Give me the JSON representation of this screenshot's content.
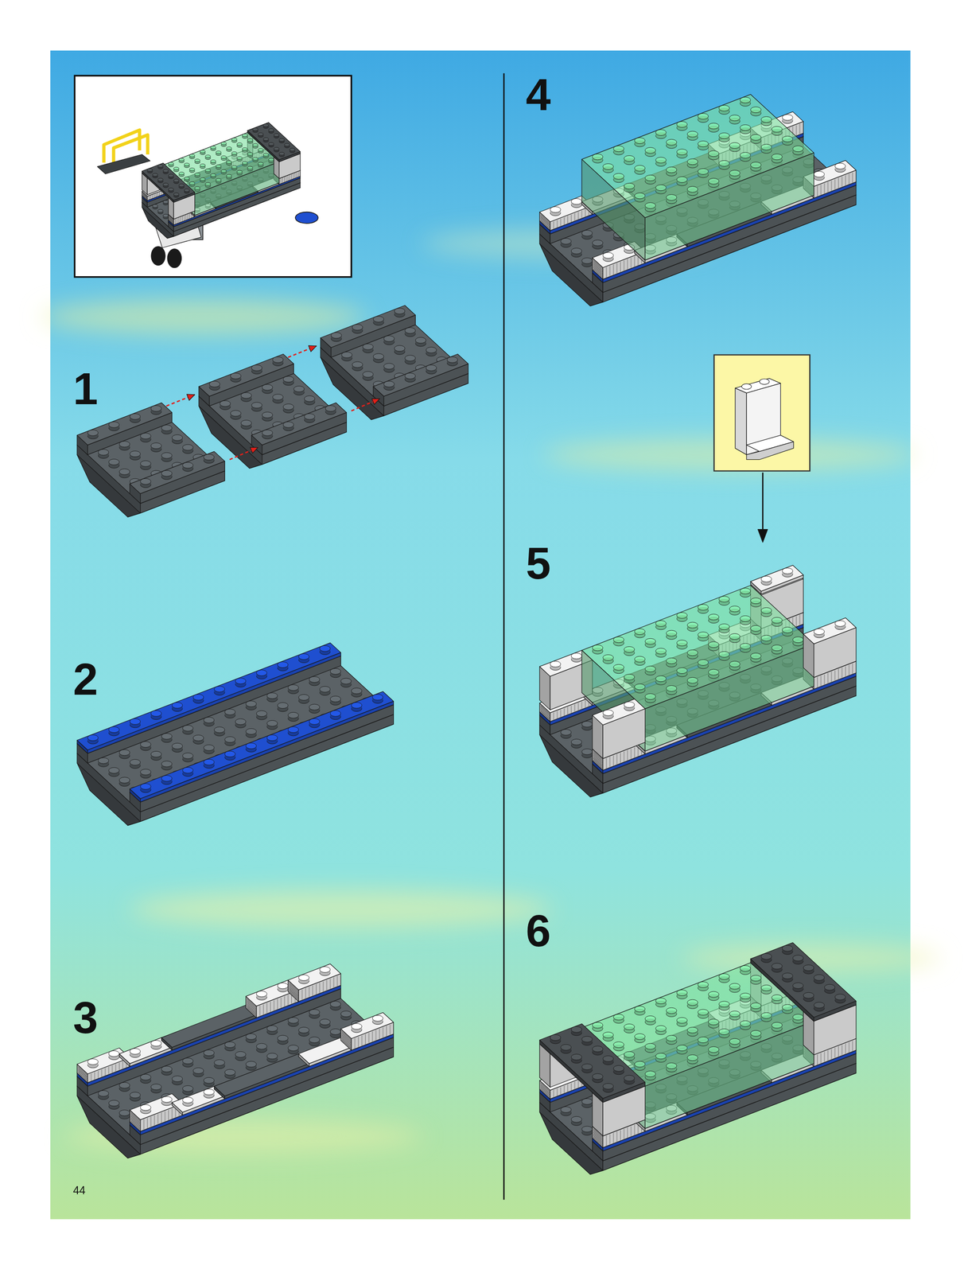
{
  "diagram": {
    "labels": [
      "1",
      "2",
      "3",
      "4",
      "5",
      "6",
      "44"
    ]
  }
}
